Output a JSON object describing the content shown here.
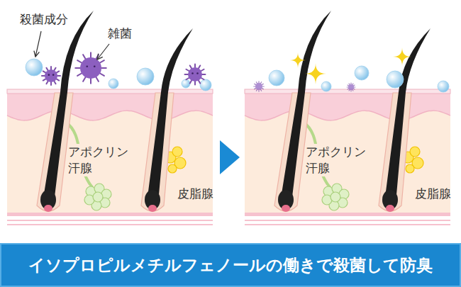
{
  "diagram": {
    "nodes": [
      {
        "text": [
          "イソプロピルメチルフェノールの働きで殺菌して防臭"
        ]
      }
    ],
    "labels": [
      "殺菌成分",
      "雑菌",
      "アポクリン 汗腺",
      "皮脂腺",
      "アポクリン 汗腺",
      "皮脂腺"
    ]
  }
}
